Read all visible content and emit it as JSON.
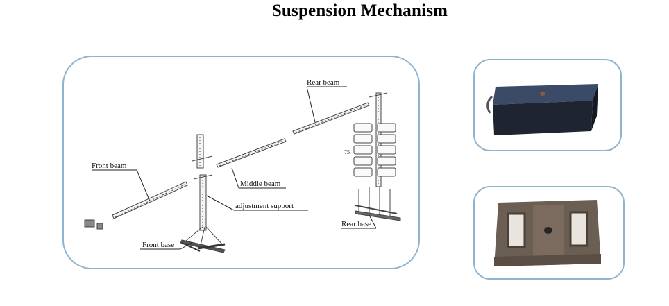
{
  "title": "Suspension Mechanism",
  "labels": {
    "rear_beam": "Rear beam",
    "front_beam": "Front beam",
    "middle_beam": "Middle beam",
    "adjustment_support": "adjustment support",
    "front_base": "Front base",
    "rear_base": "Rear base",
    "weight_dim": "75"
  },
  "colors": {
    "panel_border": "#8fb4cf",
    "counterweight_blue": "#3b4a66",
    "counterweight_iron": "#6b5e52"
  }
}
